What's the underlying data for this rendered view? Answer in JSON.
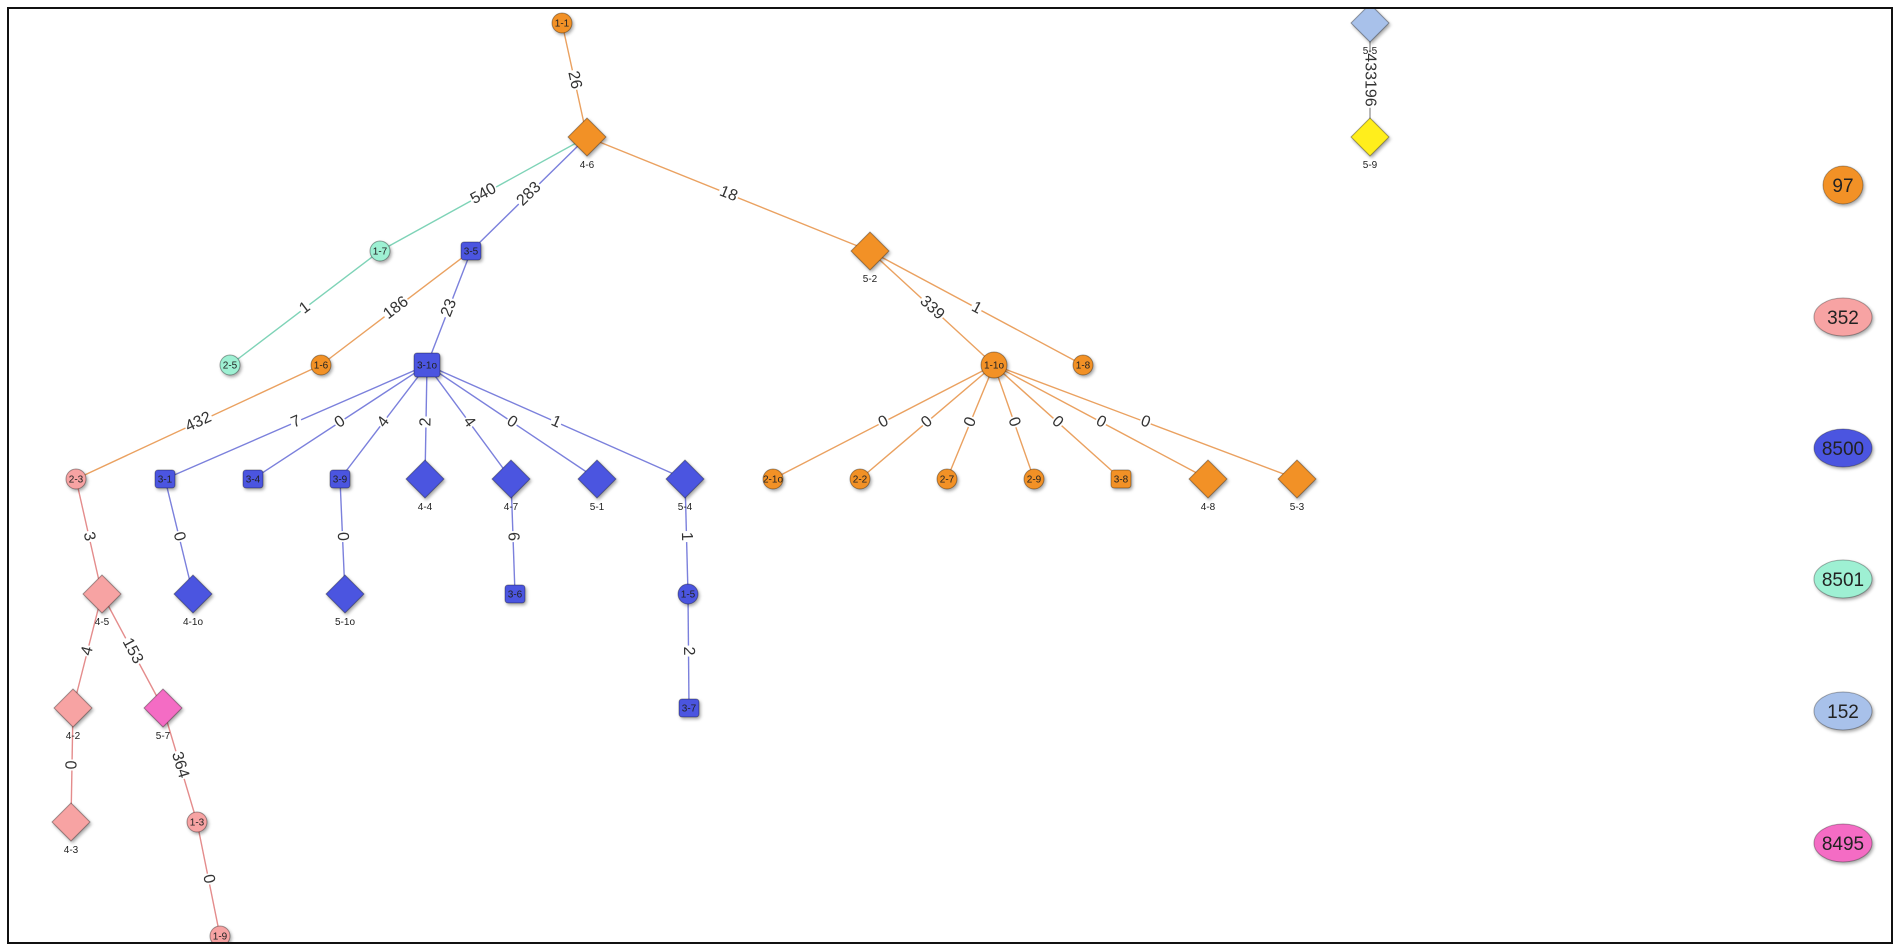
{
  "colors": {
    "orange": "#f29125",
    "salmon": "#f7a3a3",
    "blue": "#4c55e0",
    "mint": "#9ef0d3",
    "lightblue": "#a8c1ea",
    "pink": "#f46cc4",
    "yellow": "#ffee1a"
  },
  "edge_colors": {
    "orange": "#eaa160",
    "salmon": "#e48c8c",
    "blue": "#7b80dc",
    "mint": "#7ed3b7",
    "gray": "#999999"
  },
  "nodes": [
    {
      "id": "1-1",
      "label": "1-1",
      "shape": "circle",
      "color": "orange"
    },
    {
      "id": "4-6",
      "label": "4-6",
      "shape": "diamond",
      "color": "orange"
    },
    {
      "id": "1-7",
      "label": "1-7",
      "shape": "circle",
      "color": "mint"
    },
    {
      "id": "2-5",
      "label": "2-5",
      "shape": "circle",
      "color": "mint"
    },
    {
      "id": "3-5",
      "label": "3-5",
      "shape": "square",
      "color": "blue"
    },
    {
      "id": "1-6",
      "label": "1-6",
      "shape": "circle",
      "color": "orange"
    },
    {
      "id": "3-1o",
      "label": "3-1o",
      "shape": "square",
      "color": "blue"
    },
    {
      "id": "5-2",
      "label": "5-2",
      "shape": "diamond",
      "color": "orange"
    },
    {
      "id": "1-1o",
      "label": "1-1o",
      "shape": "circle",
      "color": "orange"
    },
    {
      "id": "1-8",
      "label": "1-8",
      "shape": "circle",
      "color": "orange"
    },
    {
      "id": "2-3",
      "label": "2-3",
      "shape": "circle",
      "color": "salmon"
    },
    {
      "id": "3-1",
      "label": "3-1",
      "shape": "square",
      "color": "blue"
    },
    {
      "id": "3-4",
      "label": "3-4",
      "shape": "square",
      "color": "blue"
    },
    {
      "id": "3-9",
      "label": "3-9",
      "shape": "square",
      "color": "blue"
    },
    {
      "id": "4-4",
      "label": "4-4",
      "shape": "diamond",
      "color": "blue"
    },
    {
      "id": "4-7",
      "label": "4-7",
      "shape": "diamond",
      "color": "blue"
    },
    {
      "id": "5-1",
      "label": "5-1",
      "shape": "diamond",
      "color": "blue"
    },
    {
      "id": "5-4",
      "label": "5-4",
      "shape": "diamond",
      "color": "blue"
    },
    {
      "id": "2-1o",
      "label": "2-1o",
      "shape": "circle",
      "color": "orange"
    },
    {
      "id": "2-2",
      "label": "2-2",
      "shape": "circle",
      "color": "orange"
    },
    {
      "id": "2-7",
      "label": "2-7",
      "shape": "circle",
      "color": "orange"
    },
    {
      "id": "2-9",
      "label": "2-9",
      "shape": "circle",
      "color": "orange"
    },
    {
      "id": "3-8",
      "label": "3-8",
      "shape": "square",
      "color": "orange"
    },
    {
      "id": "4-8",
      "label": "4-8",
      "shape": "diamond",
      "color": "orange"
    },
    {
      "id": "5-3",
      "label": "5-3",
      "shape": "diamond",
      "color": "orange"
    },
    {
      "id": "4-5",
      "label": "4-5",
      "shape": "diamond",
      "color": "salmon"
    },
    {
      "id": "4-1o",
      "label": "4-1o",
      "shape": "diamond",
      "color": "blue"
    },
    {
      "id": "5-1o",
      "label": "5-1o",
      "shape": "diamond",
      "color": "blue"
    },
    {
      "id": "3-6",
      "label": "3-6",
      "shape": "square",
      "color": "blue"
    },
    {
      "id": "1-5",
      "label": "1-5",
      "shape": "circle",
      "color": "blue"
    },
    {
      "id": "3-7",
      "label": "3-7",
      "shape": "square",
      "color": "blue"
    },
    {
      "id": "4-2",
      "label": "4-2",
      "shape": "diamond",
      "color": "salmon"
    },
    {
      "id": "5-7",
      "label": "5-7",
      "shape": "diamond",
      "color": "pink"
    },
    {
      "id": "4-3",
      "label": "4-3",
      "shape": "diamond",
      "color": "salmon"
    },
    {
      "id": "1-3",
      "label": "1-3",
      "shape": "circle",
      "color": "salmon"
    },
    {
      "id": "1-9",
      "label": "1-9",
      "shape": "circle",
      "color": "salmon"
    },
    {
      "id": "5-5",
      "label": "5-5",
      "shape": "diamond",
      "color": "lightblue"
    },
    {
      "id": "5-9",
      "label": "5-9",
      "shape": "diamond",
      "color": "yellow"
    }
  ],
  "edges": [
    {
      "from": "1-1",
      "to": "4-6",
      "label": "26",
      "color": "orange"
    },
    {
      "from": "4-6",
      "to": "1-7",
      "label": "540",
      "color": "mint"
    },
    {
      "from": "1-7",
      "to": "2-5",
      "label": "1",
      "color": "mint"
    },
    {
      "from": "4-6",
      "to": "3-5",
      "label": "283",
      "color": "blue"
    },
    {
      "from": "3-5",
      "to": "1-6",
      "label": "186",
      "color": "orange"
    },
    {
      "from": "3-5",
      "to": "3-1o",
      "label": "23",
      "color": "blue"
    },
    {
      "from": "4-6",
      "to": "5-2",
      "label": "18",
      "color": "orange"
    },
    {
      "from": "5-2",
      "to": "1-1o",
      "label": "339",
      "color": "orange"
    },
    {
      "from": "5-2",
      "to": "1-8",
      "label": "1",
      "color": "orange"
    },
    {
      "from": "1-6",
      "to": "2-3",
      "label": "432",
      "color": "orange"
    },
    {
      "from": "3-1o",
      "to": "3-1",
      "label": "7",
      "color": "blue"
    },
    {
      "from": "3-1o",
      "to": "3-4",
      "label": "0",
      "color": "blue"
    },
    {
      "from": "3-1o",
      "to": "3-9",
      "label": "4",
      "color": "blue"
    },
    {
      "from": "3-1o",
      "to": "4-4",
      "label": "2",
      "color": "blue"
    },
    {
      "from": "3-1o",
      "to": "4-7",
      "label": "4",
      "color": "blue"
    },
    {
      "from": "3-1o",
      "to": "5-1",
      "label": "0",
      "color": "blue"
    },
    {
      "from": "3-1o",
      "to": "5-4",
      "label": "1",
      "color": "blue"
    },
    {
      "from": "1-1o",
      "to": "2-1o",
      "label": "0",
      "color": "orange"
    },
    {
      "from": "1-1o",
      "to": "2-2",
      "label": "0",
      "color": "orange"
    },
    {
      "from": "1-1o",
      "to": "2-7",
      "label": "0",
      "color": "orange"
    },
    {
      "from": "1-1o",
      "to": "2-9",
      "label": "0",
      "color": "orange"
    },
    {
      "from": "1-1o",
      "to": "3-8",
      "label": "0",
      "color": "orange"
    },
    {
      "from": "1-1o",
      "to": "4-8",
      "label": "0",
      "color": "orange"
    },
    {
      "from": "1-1o",
      "to": "5-3",
      "label": "0",
      "color": "orange"
    },
    {
      "from": "2-3",
      "to": "4-5",
      "label": "3",
      "color": "salmon"
    },
    {
      "from": "3-1",
      "to": "4-1o",
      "label": "0",
      "color": "blue"
    },
    {
      "from": "3-9",
      "to": "5-1o",
      "label": "0",
      "color": "blue"
    },
    {
      "from": "4-7",
      "to": "3-6",
      "label": "6",
      "color": "blue"
    },
    {
      "from": "5-4",
      "to": "1-5",
      "label": "1",
      "color": "blue"
    },
    {
      "from": "1-5",
      "to": "3-7",
      "label": "2",
      "color": "blue"
    },
    {
      "from": "4-5",
      "to": "4-2",
      "label": "4",
      "color": "salmon"
    },
    {
      "from": "4-5",
      "to": "5-7",
      "label": "153",
      "color": "salmon"
    },
    {
      "from": "4-2",
      "to": "4-3",
      "label": "0",
      "color": "salmon"
    },
    {
      "from": "5-7",
      "to": "1-3",
      "label": "364",
      "color": "salmon"
    },
    {
      "from": "1-3",
      "to": "1-9",
      "label": "0",
      "color": "salmon"
    },
    {
      "from": "5-5",
      "to": "5-9",
      "label": "433196",
      "color": "gray"
    }
  ],
  "legend": [
    {
      "label": "97",
      "color": "orange"
    },
    {
      "label": "352",
      "color": "salmon"
    },
    {
      "label": "8500",
      "color": "blue"
    },
    {
      "label": "8501",
      "color": "mint"
    },
    {
      "label": "152",
      "color": "lightblue"
    },
    {
      "label": "8495",
      "color": "pink"
    }
  ]
}
